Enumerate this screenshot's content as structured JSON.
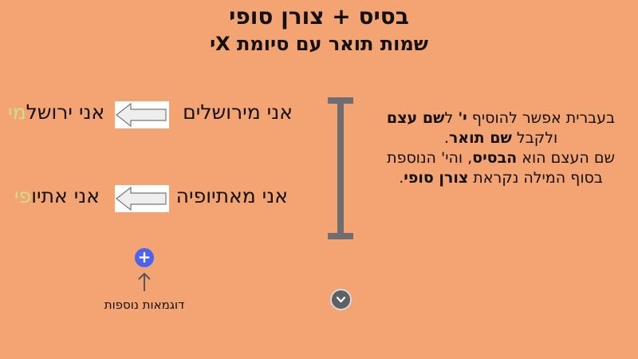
{
  "header": {
    "title": "בסיס + צורן סופי",
    "subtitle": "שמות תואר עם סיומת Xי"
  },
  "examples": [
    {
      "source": "אני מירושלים",
      "result_base": "אני ירושל",
      "result_suffix": "מי"
    },
    {
      "source": "אני מאתיופיה",
      "result_base": "אני אתיו",
      "result_suffix": "פי"
    }
  ],
  "explanation": {
    "p1_a": "בעברית אפשר להוסיף ",
    "p1_yod": "י'",
    "p1_b": " ל",
    "p1_noun": "שם עצם",
    "p1_c": " ולקבל ",
    "p1_adj": "שם תואר",
    "p1_d": ".",
    "p2_a": "שם העצם הוא ",
    "p2_base": "הבסיס",
    "p2_b": ", והי' הנוספת בסוף המילה נקראת ",
    "p2_suffix": "צורן סופי",
    "p2_c": "."
  },
  "more": {
    "plus_symbol": "+",
    "label": "דוגמאות נוספות"
  },
  "icons": {
    "plus": "plus-icon",
    "down": "chevron-down-icon",
    "arrow": "left-arrow-icon"
  },
  "colors": {
    "background": "#F4A373",
    "suffix": "#C8E08C",
    "plus_button": "#4B63F0",
    "divider": "#6E6E72"
  }
}
